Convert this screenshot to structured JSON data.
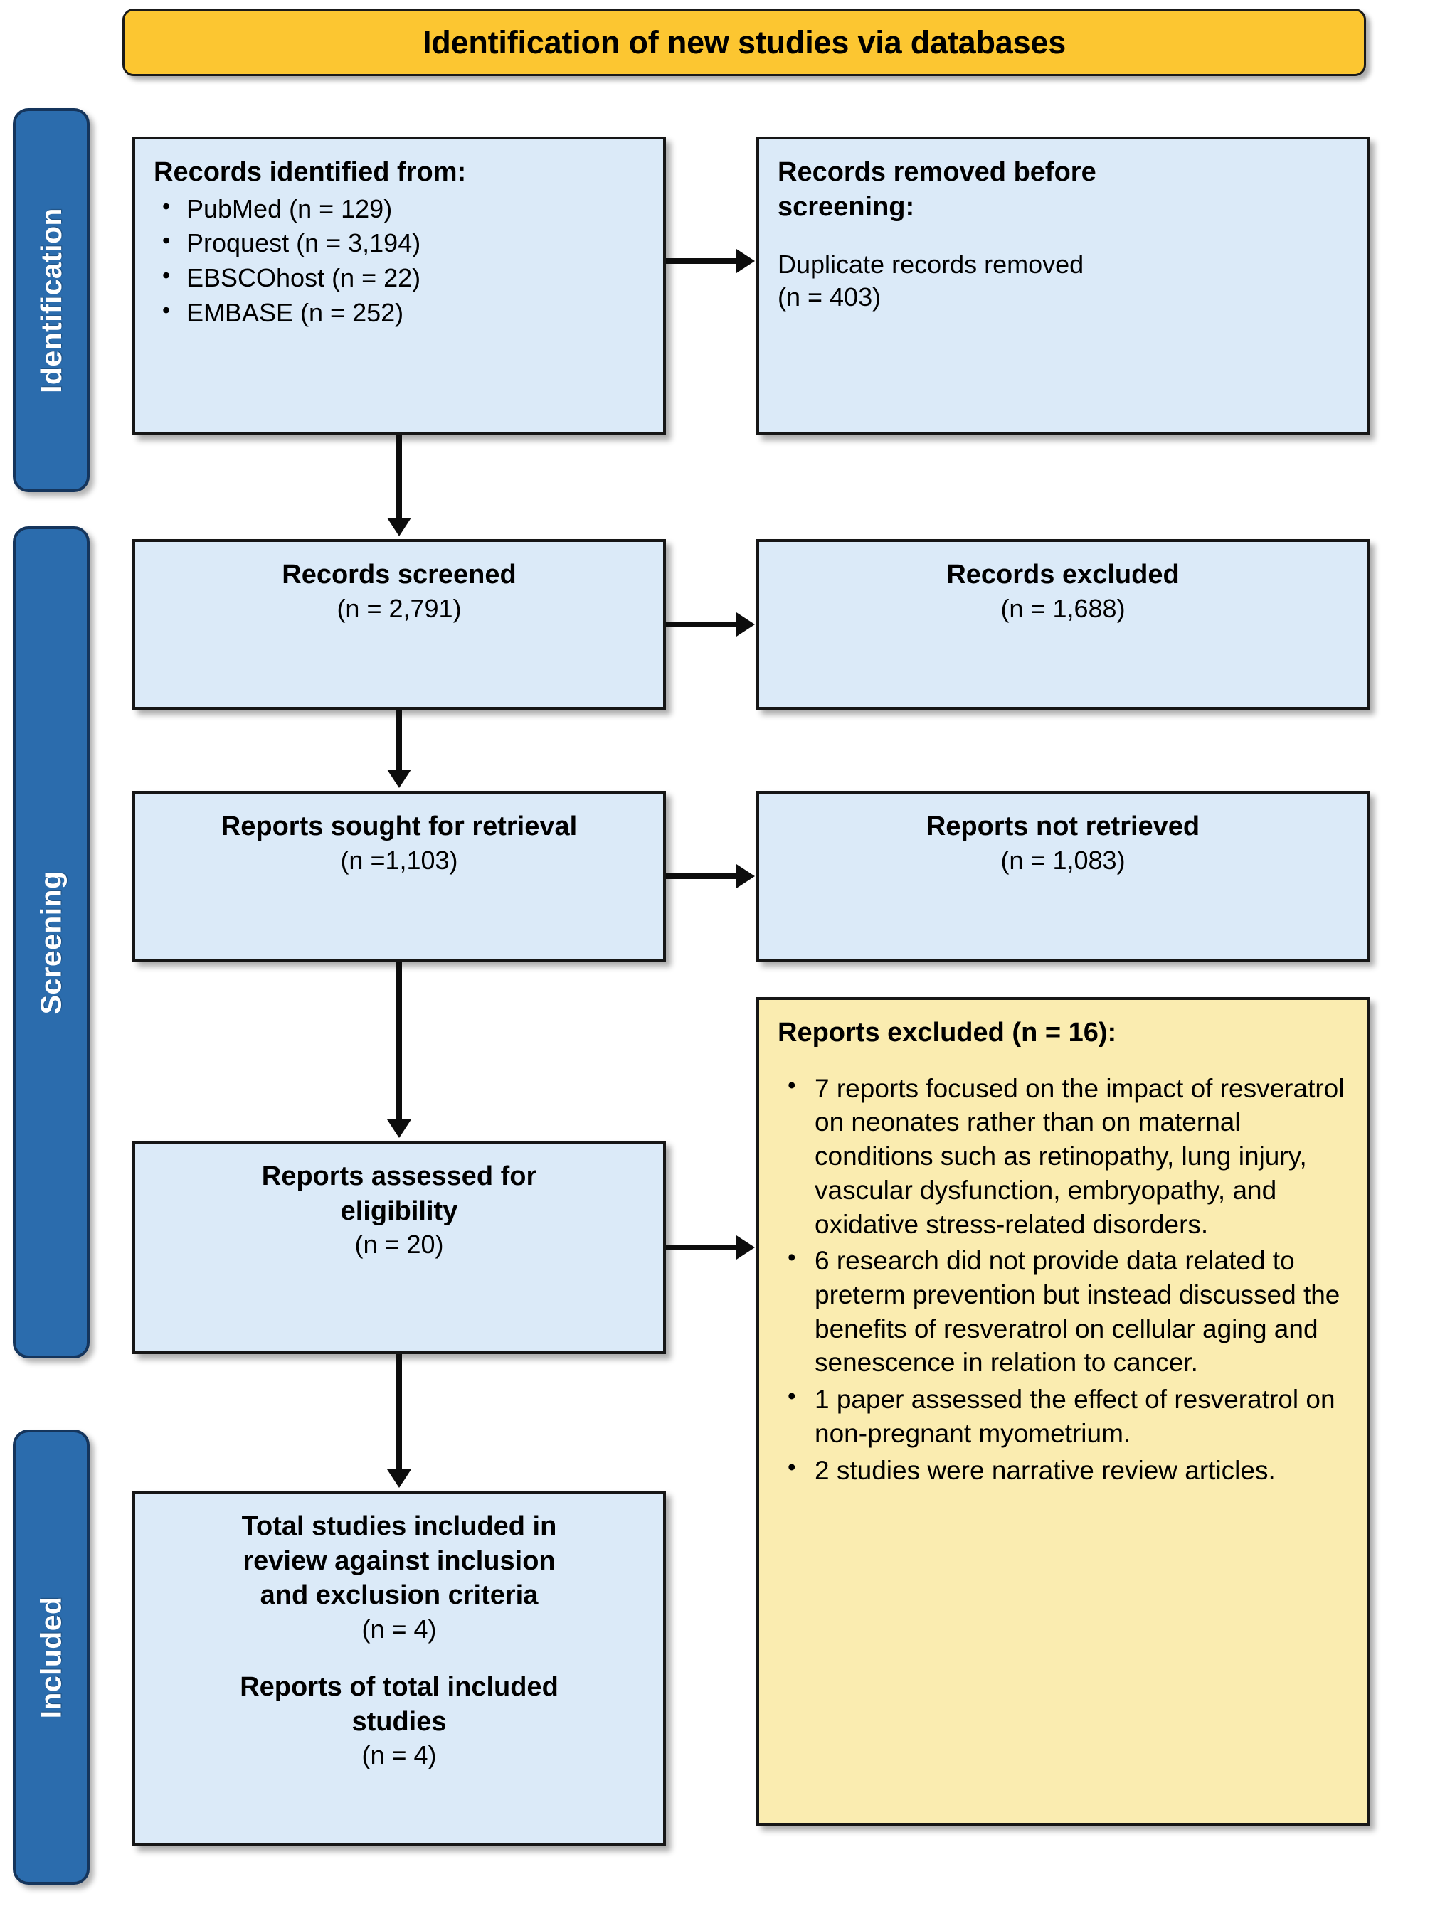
{
  "banner": {
    "title": "Identification of new studies via databases"
  },
  "stages": [
    {
      "key": "identification",
      "label": "Identification"
    },
    {
      "key": "screening",
      "label": "Screening"
    },
    {
      "key": "included",
      "label": "Included"
    }
  ],
  "boxes": {
    "identified": {
      "title": "Records identified from:",
      "items": [
        "PubMed (n = 129)",
        "Proquest (n = 3,194)",
        "EBSCOhost (n = 22)",
        "EMBASE (n = 252)"
      ]
    },
    "removed": {
      "title_line1": "Records removed before",
      "title_line2": "screening:",
      "detail_line1": "Duplicate records removed",
      "detail_line2": "(n = 403)"
    },
    "screened": {
      "title": "Records screened",
      "count": "(n = 2,791)"
    },
    "records_excluded": {
      "title": "Records excluded",
      "count": "(n = 1,688)"
    },
    "sought": {
      "title": "Reports sought for retrieval",
      "count": "(n =1,103)"
    },
    "not_retrieved": {
      "title": "Reports not retrieved",
      "count": "(n = 1,083)"
    },
    "assessed": {
      "title_line1": "Reports assessed for",
      "title_line2": "eligibility",
      "count": "(n = 20)"
    },
    "reports_excluded": {
      "title": "Reports excluded (n = 16):",
      "items": [
        "7 reports focused on the impact of resveratrol on neonates rather than on maternal conditions such as retinopathy, lung injury, vascular dysfunction, embryopathy, and oxidative stress-related disorders.",
        "6 research did not provide data related to preterm prevention but instead discussed the benefits of resveratrol on cellular aging and senescence in relation to cancer.",
        "1 paper assessed the effect of resveratrol on non-pregnant myometrium.",
        "2 studies were narrative review articles."
      ]
    },
    "included": {
      "title_line1": "Total studies included in",
      "title_line2": "review against inclusion",
      "title_line3": "and exclusion criteria",
      "count1": "(n = 4)",
      "title2_line1": "Reports of total included",
      "title2_line2": "studies",
      "count2": "(n = 4)"
    }
  },
  "colors": {
    "banner_fill": "#FCC631",
    "stage_tab_fill": "#2B6CAD",
    "box_blue_fill": "#DBEAF8",
    "box_yellow_fill": "#FAECB0",
    "border": "#161616"
  }
}
